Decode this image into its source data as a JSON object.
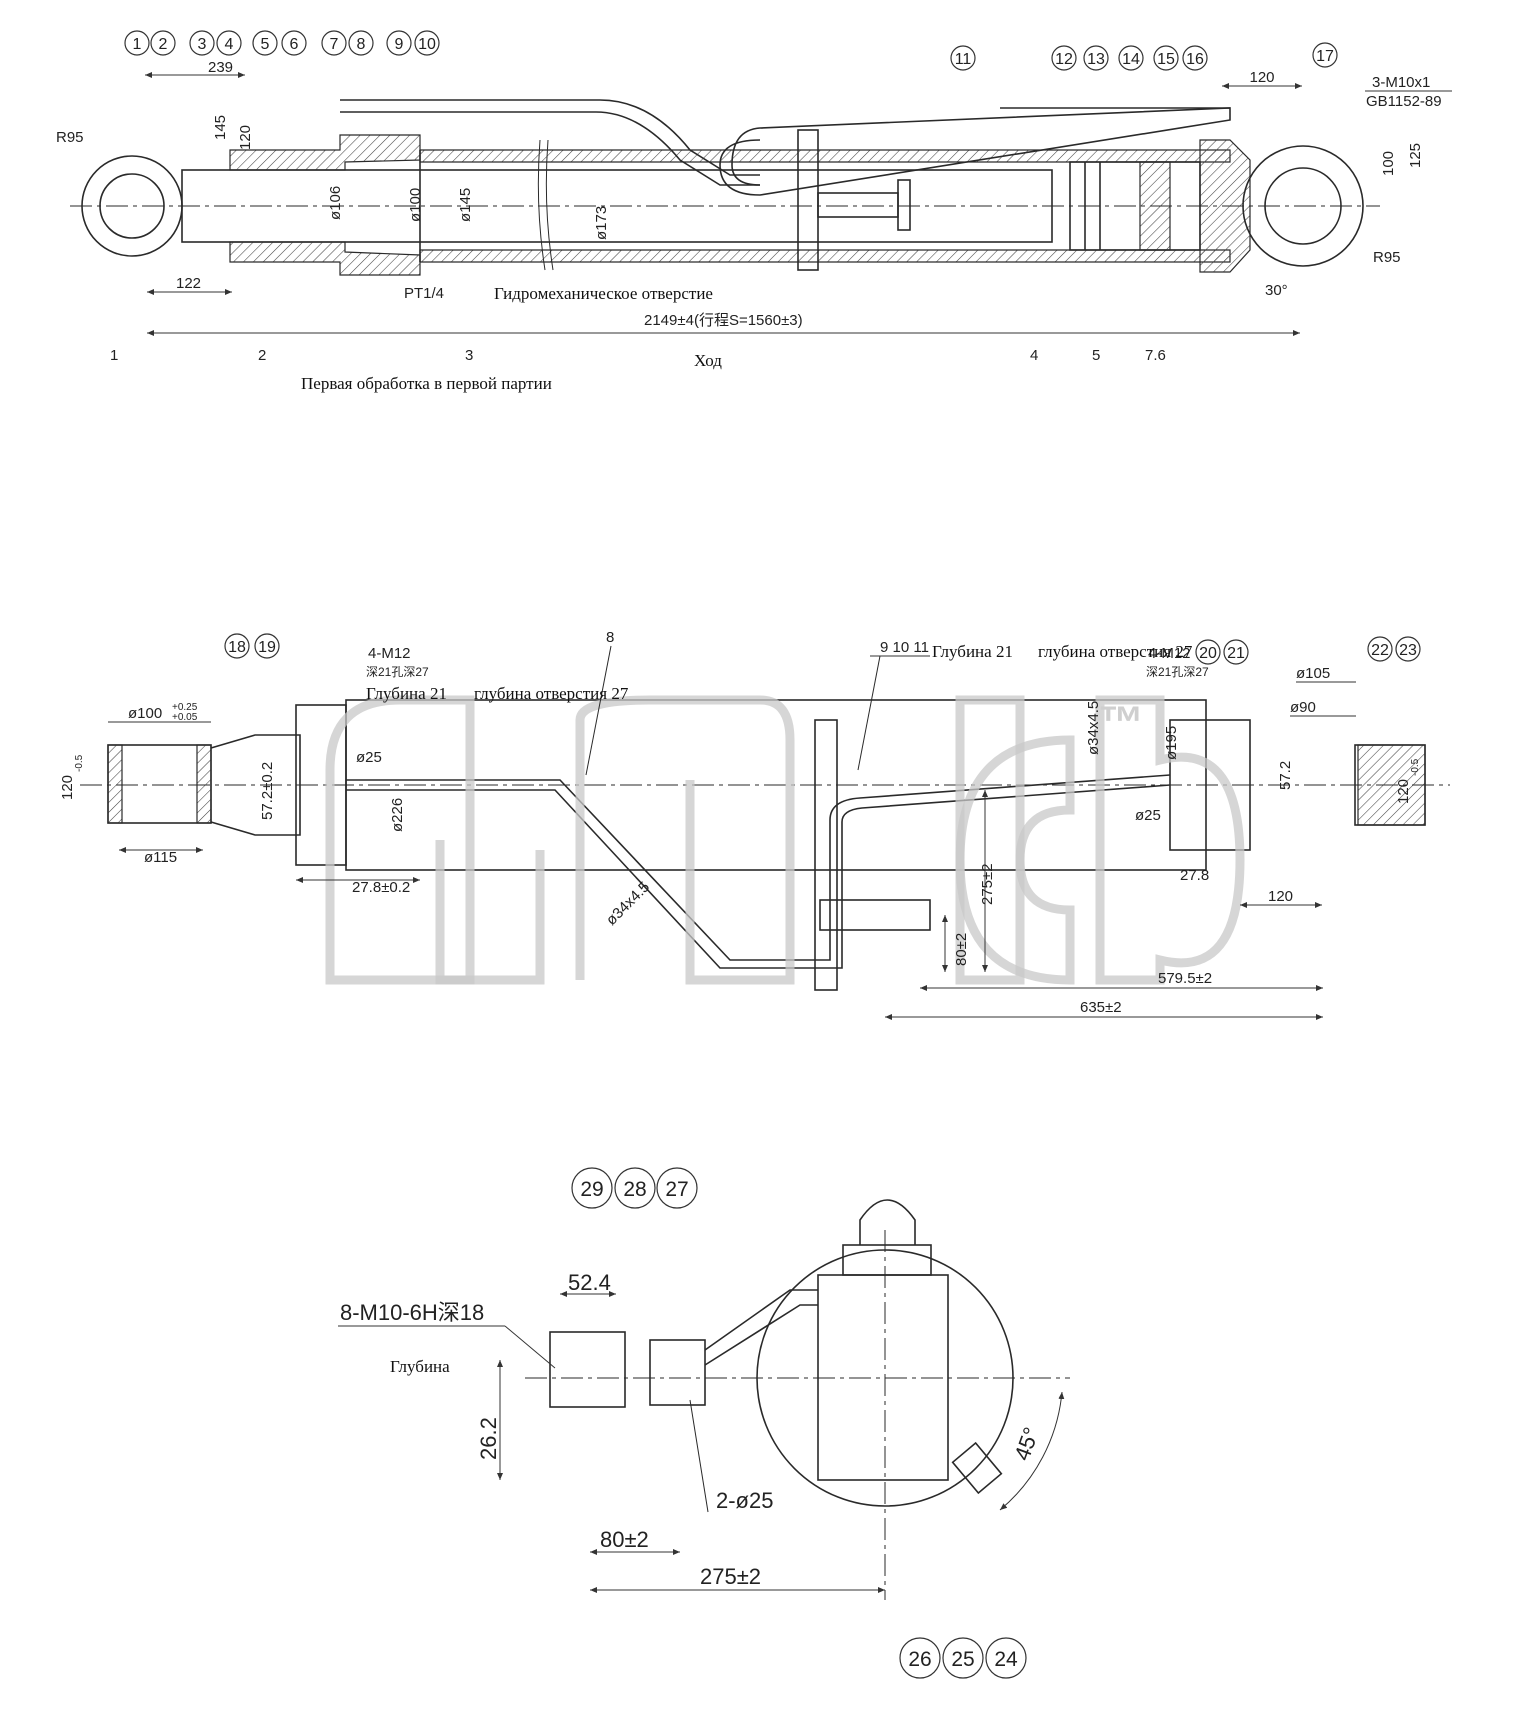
{
  "view_top": {
    "balloons": [
      "1",
      "2",
      "3",
      "4",
      "5",
      "6",
      "7",
      "8",
      "9",
      "10",
      "11",
      "12",
      "13",
      "14",
      "15",
      "16",
      "17"
    ],
    "leaders": [
      "1",
      "2",
      "3",
      "4",
      "5",
      "7.6"
    ],
    "dims": {
      "d239": "239",
      "d145": "145",
      "d120": "120",
      "r95_left": "R95",
      "d122": "122",
      "phi106": "ø106",
      "phi100": "ø100",
      "phi145": "ø145",
      "phi173": "ø173",
      "port": "PT1/4",
      "overall": "2149±4(行程S=1560±3)",
      "d120_right": "120",
      "thread": "3-M10x1",
      "std": "GB1152-89",
      "d100": "100",
      "d125": "125",
      "r95_right": "R95",
      "ang30": "30°"
    },
    "notes": {
      "hydro_port": "Гидромеханическое отверстие",
      "stroke": "Ход",
      "first_machining": "Первая обработка в первой партии"
    }
  },
  "view_mid": {
    "balloons_left": [
      "18",
      "19"
    ],
    "balloons_right": [
      "20",
      "21"
    ],
    "balloons_far": [
      "22",
      "23"
    ],
    "label_8": "8",
    "label_91011": "9 10 11",
    "dims": {
      "phi100": "ø100",
      "tol_up": "+0.25",
      "tol_dn": "+0.05",
      "d120": "120",
      "tol_120": "-0.5",
      "phi115": "ø115",
      "m12_left": "4-M12",
      "m12_left_sub": "深21孔深27",
      "m12_right": "4-M12",
      "m12_right_sub": "深21孔深27",
      "phi25_left": "ø25",
      "d572_left": "57.2±0.2",
      "phi226": "ø226",
      "d278_left": "27.8±0.2",
      "pipe": "ø34x4.5",
      "d275": "275±2",
      "d80": "80±2",
      "d5795": "579.5±2",
      "d635": "635±2",
      "phi34": "ø34x4.5",
      "phi195": "ø195",
      "phi25_right": "ø25",
      "d572_right": "57.2",
      "d278_right": "27.8",
      "d120_b": "120",
      "phi105": "ø105",
      "phi90": "ø90"
    },
    "notes": {
      "depth21_left": "Глубина 21",
      "hole27_left": "глубина отверстия 27",
      "depth21_right": "Глубина 21",
      "hole27_right": "глубина отверстия 27"
    },
    "watermark": "™"
  },
  "view_bottom": {
    "balloons_top": [
      "29",
      "28",
      "27"
    ],
    "balloons_bottom": [
      "26",
      "25",
      "24"
    ],
    "dims": {
      "d524": "52.4",
      "thread": "8-M10-6H深18",
      "d262": "26.2",
      "holes": "2-ø25",
      "d80": "80±2",
      "d275": "275±2",
      "ang45": "45°"
    },
    "notes": {
      "depth": "Глубина"
    }
  }
}
